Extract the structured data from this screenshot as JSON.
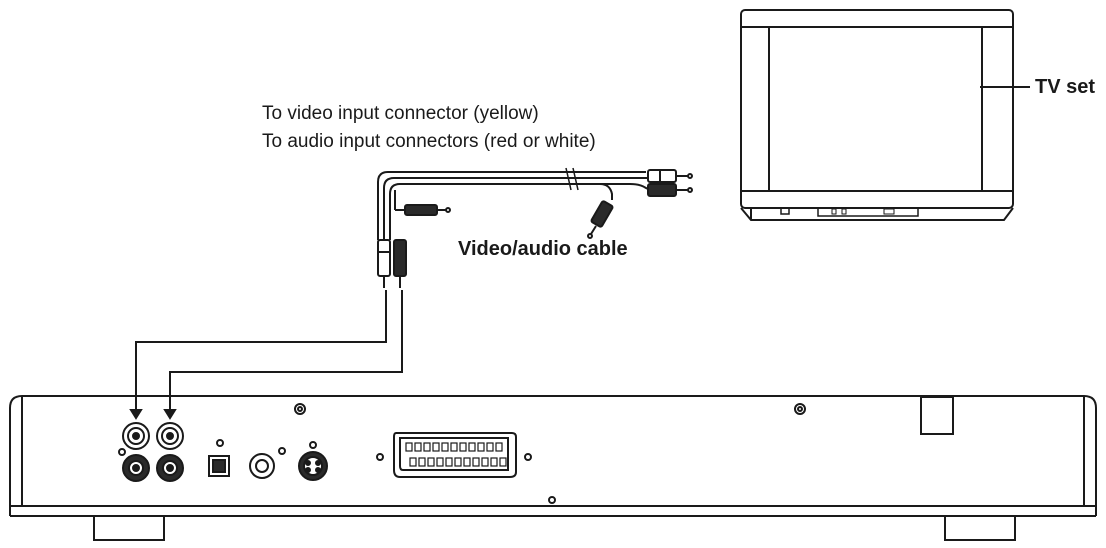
{
  "labels": {
    "video_input": "To video input connector (yellow)",
    "audio_input": "To audio input connectors (red or white)",
    "cable": "Video/audio cable",
    "tv": "TV set"
  },
  "colors": {
    "line": "#1a1a1a",
    "background": "#ffffff",
    "dark_fill": "#2a2a2a"
  }
}
